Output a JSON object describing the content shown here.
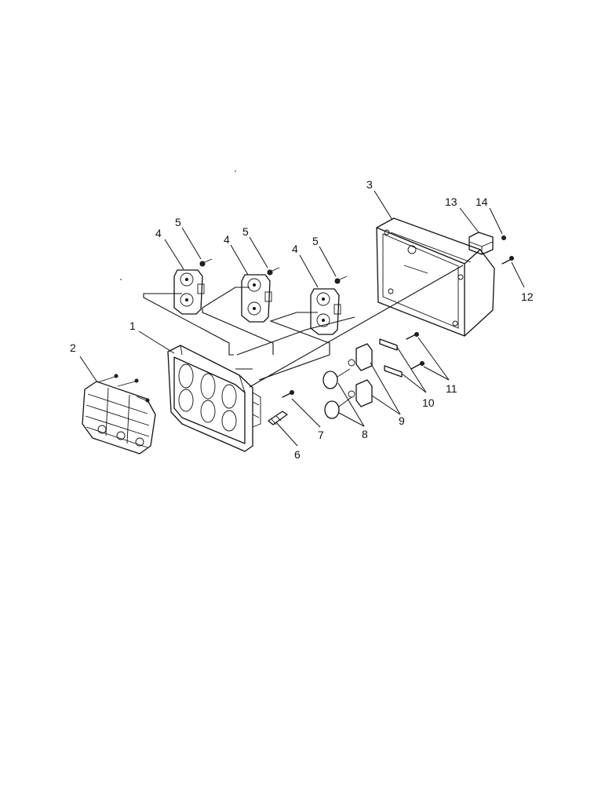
{
  "callouts": [
    "1",
    "2",
    "3",
    "4",
    "5",
    "6",
    "7",
    "8",
    "9",
    "10",
    "11",
    "12",
    "13",
    "14"
  ],
  "colors": {
    "ink": "#111111",
    "background": "#ffffff"
  }
}
